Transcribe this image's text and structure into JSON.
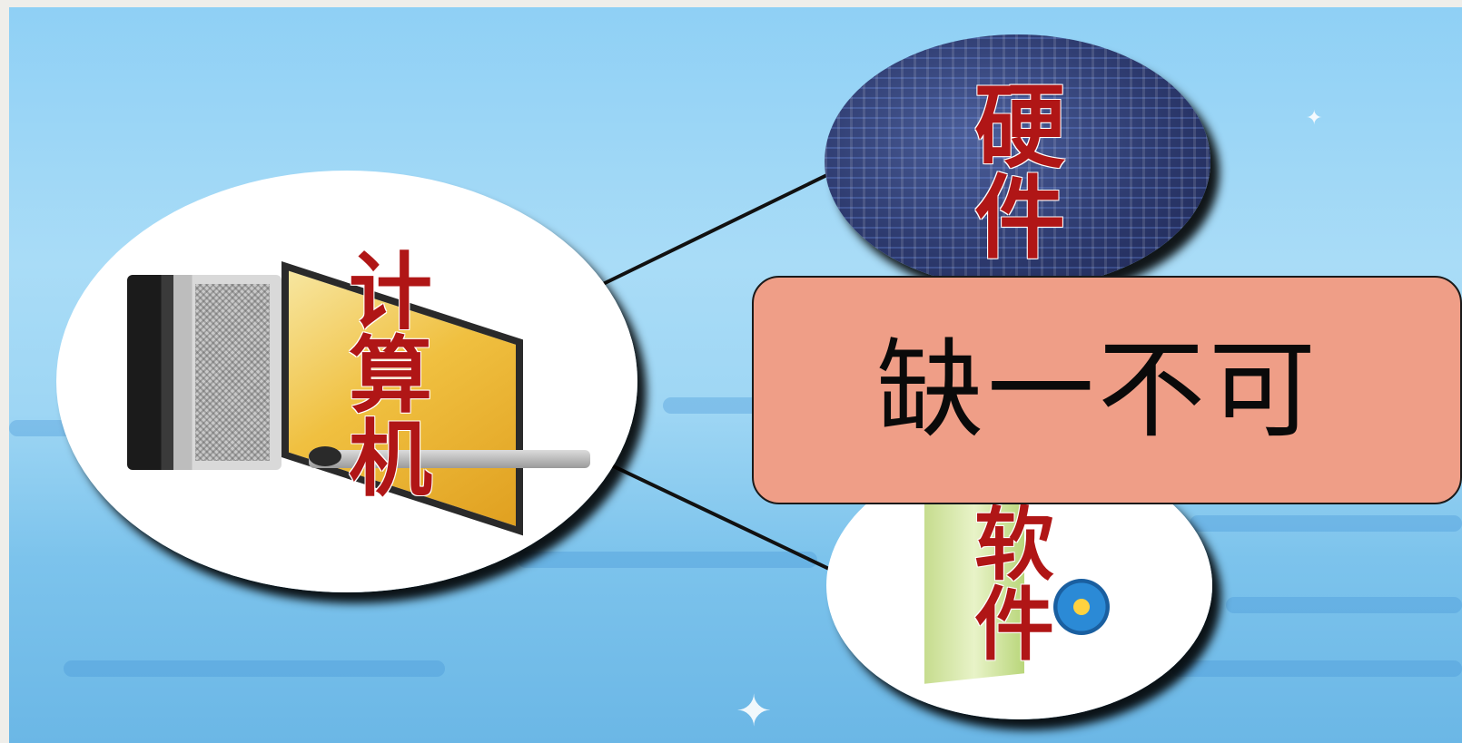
{
  "diagram": {
    "center_node": {
      "label": "计\n算\n机",
      "icon": "desktop-computer-icon"
    },
    "top_node": {
      "label": "硬\n件",
      "icon": "circuit-board-icon"
    },
    "bottom_node": {
      "label": "软\n件",
      "icon": "software-box-icon"
    },
    "callout": {
      "text": "缺一不可"
    },
    "colors": {
      "label_red": "#b01616",
      "callout_fill": "#ef9e87",
      "background_blue": "#a9dcf7"
    }
  }
}
